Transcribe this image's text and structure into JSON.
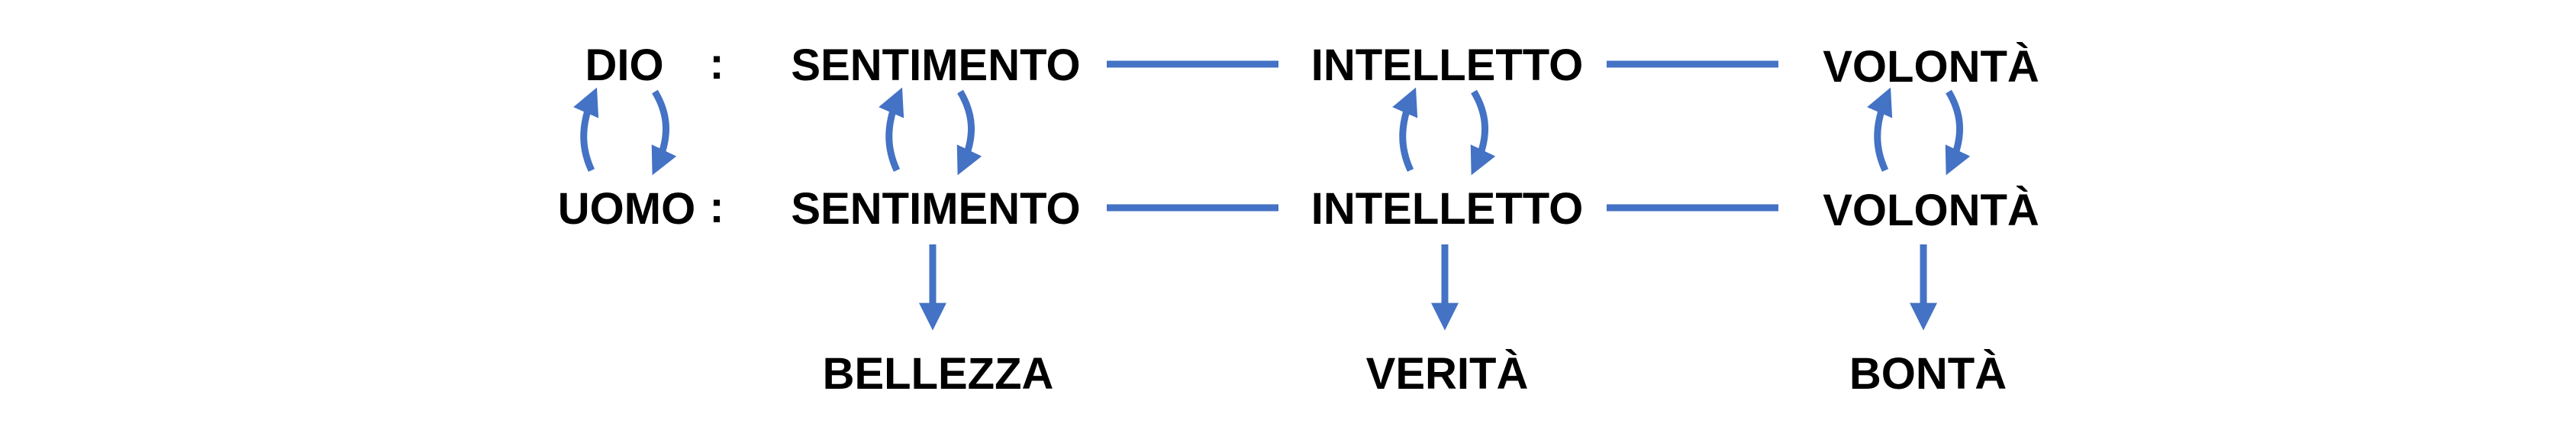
{
  "rows": {
    "dio": "DIO",
    "uomo": "UOMO",
    "separator": ":"
  },
  "faculties": {
    "sentimento": "SENTIMENTO",
    "intelletto": "INTELLETTO",
    "volonta": "VOLONTÀ"
  },
  "values": {
    "bellezza": "BELLEZZA",
    "verita": "VERITÀ",
    "bonta": "BONTÀ"
  },
  "colors": {
    "connector": "#4472C4",
    "text": "#000000"
  }
}
